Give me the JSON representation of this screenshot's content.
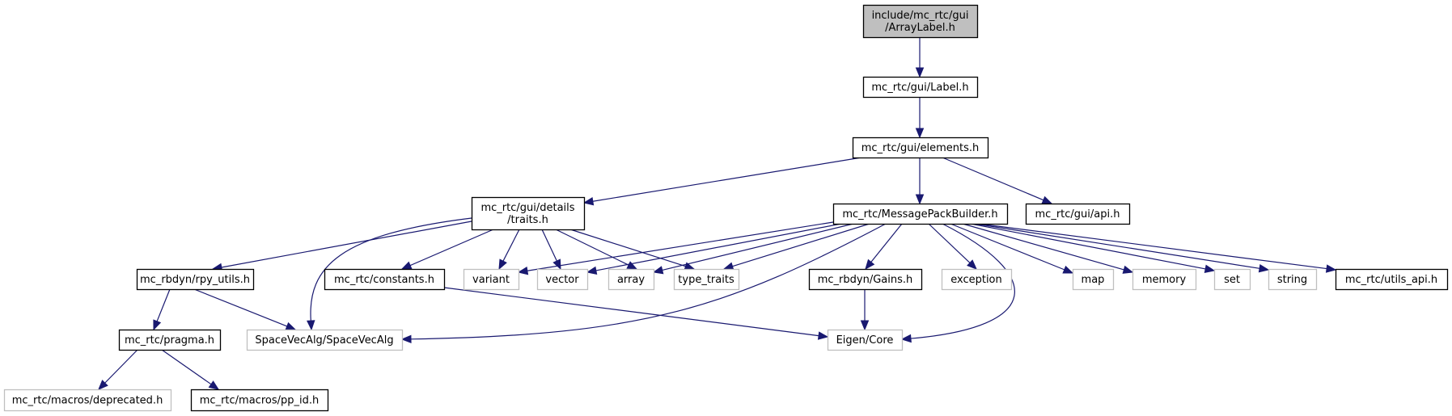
{
  "diagram": {
    "type": "include-dependency-graph",
    "colors": {
      "edge": "#191970",
      "root_fill": "#bfbfbf",
      "local_border": "#000000",
      "system_border": "#bfbfbf",
      "background": "#ffffff"
    },
    "nodes": [
      {
        "id": "arraylabel",
        "lines": [
          "include/mc_rtc/gui",
          "/ArrayLabel.h"
        ],
        "kind": "root"
      },
      {
        "id": "label",
        "lines": [
          "mc_rtc/gui/Label.h"
        ],
        "kind": "local"
      },
      {
        "id": "elements",
        "lines": [
          "mc_rtc/gui/elements.h"
        ],
        "kind": "local"
      },
      {
        "id": "traits",
        "lines": [
          "mc_rtc/gui/details",
          "/traits.h"
        ],
        "kind": "local"
      },
      {
        "id": "msgpack",
        "lines": [
          "mc_rtc/MessagePackBuilder.h"
        ],
        "kind": "local"
      },
      {
        "id": "guiapi",
        "lines": [
          "mc_rtc/gui/api.h"
        ],
        "kind": "local"
      },
      {
        "id": "rpy",
        "lines": [
          "mc_rbdyn/rpy_utils.h"
        ],
        "kind": "local"
      },
      {
        "id": "constants",
        "lines": [
          "mc_rtc/constants.h"
        ],
        "kind": "local"
      },
      {
        "id": "variant",
        "lines": [
          "variant"
        ],
        "kind": "system"
      },
      {
        "id": "vector",
        "lines": [
          "vector"
        ],
        "kind": "system"
      },
      {
        "id": "array",
        "lines": [
          "array"
        ],
        "kind": "system"
      },
      {
        "id": "type_traits",
        "lines": [
          "type_traits"
        ],
        "kind": "system"
      },
      {
        "id": "gains",
        "lines": [
          "mc_rbdyn/Gains.h"
        ],
        "kind": "local"
      },
      {
        "id": "exception",
        "lines": [
          "exception"
        ],
        "kind": "system"
      },
      {
        "id": "map",
        "lines": [
          "map"
        ],
        "kind": "system"
      },
      {
        "id": "memory",
        "lines": [
          "memory"
        ],
        "kind": "system"
      },
      {
        "id": "set",
        "lines": [
          "set"
        ],
        "kind": "system"
      },
      {
        "id": "string",
        "lines": [
          "string"
        ],
        "kind": "system"
      },
      {
        "id": "utilsapi",
        "lines": [
          "mc_rtc/utils_api.h"
        ],
        "kind": "local"
      },
      {
        "id": "pragma",
        "lines": [
          "mc_rtc/pragma.h"
        ],
        "kind": "local"
      },
      {
        "id": "spacevecalg",
        "lines": [
          "SpaceVecAlg/SpaceVecAlg"
        ],
        "kind": "system"
      },
      {
        "id": "eigen",
        "lines": [
          "Eigen/Core"
        ],
        "kind": "system"
      },
      {
        "id": "deprecated",
        "lines": [
          "mc_rtc/macros/deprecated.h"
        ],
        "kind": "system"
      },
      {
        "id": "ppid",
        "lines": [
          "mc_rtc/macros/pp_id.h"
        ],
        "kind": "local"
      }
    ],
    "edges": [
      {
        "from": "arraylabel",
        "to": "label"
      },
      {
        "from": "label",
        "to": "elements"
      },
      {
        "from": "elements",
        "to": "traits"
      },
      {
        "from": "elements",
        "to": "msgpack"
      },
      {
        "from": "elements",
        "to": "guiapi"
      },
      {
        "from": "traits",
        "to": "rpy"
      },
      {
        "from": "traits",
        "to": "spacevecalg"
      },
      {
        "from": "traits",
        "to": "constants"
      },
      {
        "from": "traits",
        "to": "variant"
      },
      {
        "from": "traits",
        "to": "vector"
      },
      {
        "from": "traits",
        "to": "array"
      },
      {
        "from": "traits",
        "to": "type_traits"
      },
      {
        "from": "msgpack",
        "to": "variant"
      },
      {
        "from": "msgpack",
        "to": "vector"
      },
      {
        "from": "msgpack",
        "to": "array"
      },
      {
        "from": "msgpack",
        "to": "type_traits"
      },
      {
        "from": "msgpack",
        "to": "spacevecalg"
      },
      {
        "from": "msgpack",
        "to": "gains"
      },
      {
        "from": "msgpack",
        "to": "exception"
      },
      {
        "from": "msgpack",
        "to": "eigen"
      },
      {
        "from": "msgpack",
        "to": "map"
      },
      {
        "from": "msgpack",
        "to": "memory"
      },
      {
        "from": "msgpack",
        "to": "set"
      },
      {
        "from": "msgpack",
        "to": "string"
      },
      {
        "from": "msgpack",
        "to": "utilsapi"
      },
      {
        "from": "rpy",
        "to": "pragma"
      },
      {
        "from": "rpy",
        "to": "spacevecalg"
      },
      {
        "from": "constants",
        "to": "eigen"
      },
      {
        "from": "gains",
        "to": "eigen"
      },
      {
        "from": "pragma",
        "to": "deprecated"
      },
      {
        "from": "pragma",
        "to": "ppid"
      }
    ]
  }
}
